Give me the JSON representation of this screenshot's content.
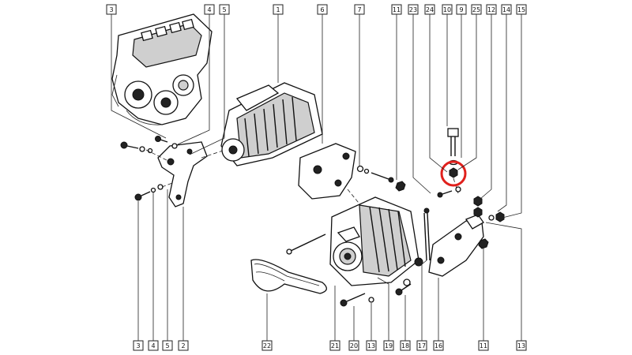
{
  "top_callouts": [
    "3",
    "4",
    "5",
    "1",
    "6",
    "7",
    "11",
    "23",
    "24",
    "10",
    "9",
    "25",
    "12",
    "14",
    "15"
  ],
  "bottom_callouts": [
    "3",
    "4",
    "5",
    "2",
    "22",
    "21",
    "20",
    "13",
    "19",
    "18",
    "17",
    "16",
    "11",
    "13"
  ],
  "highlighted_part": "25",
  "highlight_color": "#e0201c"
}
